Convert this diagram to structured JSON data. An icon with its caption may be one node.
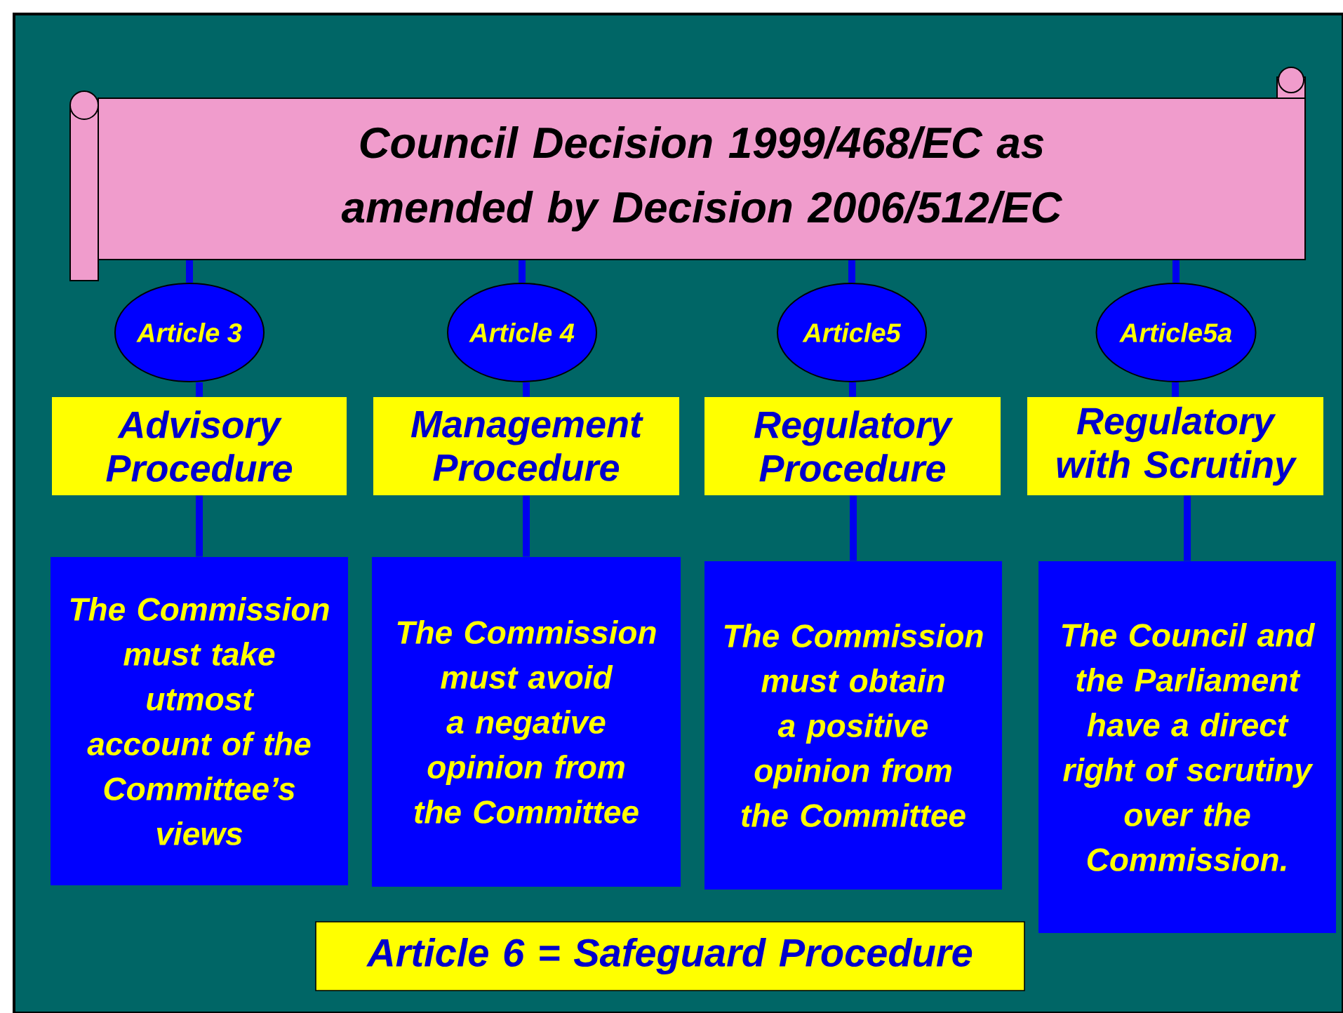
{
  "diagram": {
    "nodes": [
      {
        "text": [
          "Council Decision 1999/468/EC as amended by Decision 2006/512/EC"
        ]
      },
      {
        "text": [
          "Article 3"
        ]
      },
      {
        "text": [
          "Article 4"
        ]
      },
      {
        "text": [
          "Article5"
        ]
      },
      {
        "text": [
          "Article5a"
        ]
      },
      {
        "text": [
          "Advisory Procedure"
        ]
      },
      {
        "text": [
          "Management Procedure"
        ]
      },
      {
        "text": [
          "Regulatory Procedure"
        ]
      },
      {
        "text": [
          "Regulatory with Scrutiny"
        ]
      },
      {
        "text": [
          "The Commission must take utmost account of the Committee’s views"
        ]
      },
      {
        "text": [
          "The Commission must avoid a negative opinion from the Committee"
        ]
      },
      {
        "text": [
          "The Commission must obtain a positive opinion from the Committee"
        ]
      },
      {
        "text": [
          "The Council and the Parliament have a direct right of scrutiny over the Commission."
        ]
      },
      {
        "text": [
          "Article 6 = Safeguard Procedure"
        ]
      }
    ],
    "edges": [
      {
        "from": 0,
        "to": 1,
        "arrow": "none"
      },
      {
        "from": 0,
        "to": 2,
        "arrow": "none"
      },
      {
        "from": 0,
        "to": 3,
        "arrow": "none"
      },
      {
        "from": 0,
        "to": 4,
        "arrow": "none"
      },
      {
        "from": 1,
        "to": 5,
        "arrow": "none"
      },
      {
        "from": 2,
        "to": 6,
        "arrow": "none"
      },
      {
        "from": 3,
        "to": 7,
        "arrow": "none"
      },
      {
        "from": 4,
        "to": 8,
        "arrow": "none"
      },
      {
        "from": 5,
        "to": 9,
        "arrow": "none"
      },
      {
        "from": 6,
        "to": 10,
        "arrow": "none"
      },
      {
        "from": 7,
        "to": 11,
        "arrow": "none"
      },
      {
        "from": 8,
        "to": 12,
        "arrow": "none"
      }
    ]
  }
}
